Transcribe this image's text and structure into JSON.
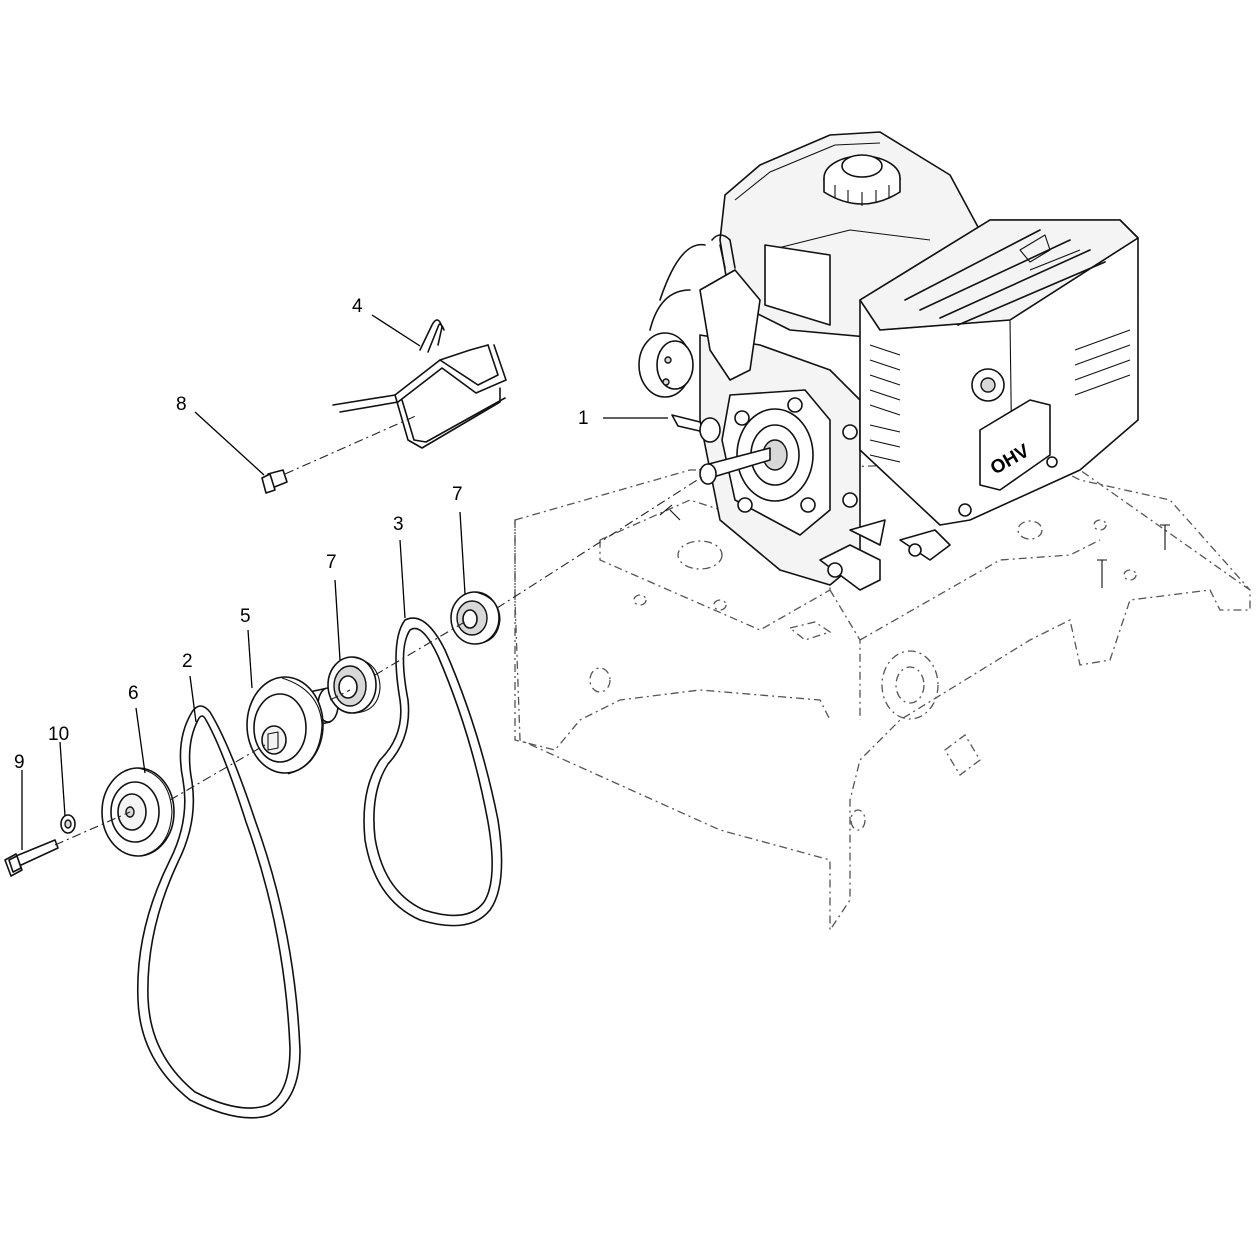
{
  "callouts": [
    {
      "id": "c1",
      "label": "1"
    },
    {
      "id": "c2",
      "label": "2"
    },
    {
      "id": "c3",
      "label": "3"
    },
    {
      "id": "c4",
      "label": "4"
    },
    {
      "id": "c5",
      "label": "5"
    },
    {
      "id": "c6",
      "label": "6"
    },
    {
      "id": "c7a",
      "label": "7"
    },
    {
      "id": "c7b",
      "label": "7"
    },
    {
      "id": "c8",
      "label": "8"
    },
    {
      "id": "c9",
      "label": "9"
    },
    {
      "id": "c10",
      "label": "10"
    }
  ],
  "engine_badge": "OHV"
}
